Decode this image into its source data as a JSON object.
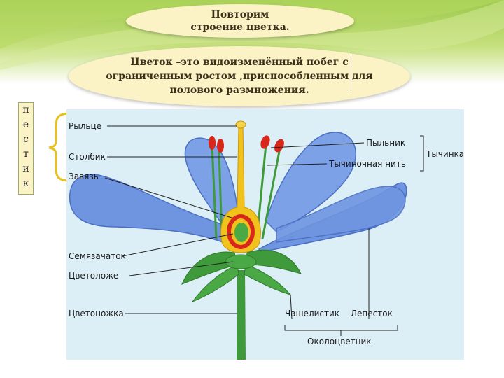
{
  "title": "Повторим строение цветка.",
  "definition": "Цветок –это видоизменённый побег с ограниченным ростом ,приспособленным для полового размножения.",
  "pestik_letters": [
    "п",
    "е",
    "с",
    "т",
    "и",
    "к"
  ],
  "labels": {
    "stigma": "Рыльце",
    "style": "Столбик",
    "ovary": "Завязь",
    "ovule": "Семязачаток",
    "receptacle": "Цветоложе",
    "pedicel": "Цветоножка",
    "anther": "Пыльник",
    "filament": "Тычиночная нить",
    "stamen": "Тычинка",
    "sepal": "Чашелистик",
    "petal": "Лепесток",
    "perianth": "Околоцветник"
  },
  "colors": {
    "background_band": "#9cc94a",
    "oval_fill": "#fbf3c6",
    "panel": "#ddeff6",
    "petal": "#6f95e0",
    "stem": "#3e9a3a",
    "pistil": "#f2c21c",
    "ovary_wall": "#d8281c",
    "anther": "#d8281c"
  }
}
